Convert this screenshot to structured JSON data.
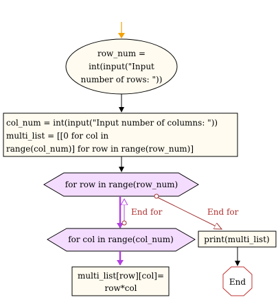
{
  "colors": {
    "start_arrow": "#f5a000",
    "flow_arrow": "#000000",
    "loop_arrow": "#b040e0",
    "loop_exit_arrow": "#a03030",
    "box_fill": "#fffbf0",
    "loop_fill": "#f4dcff",
    "end_border": "#c03030"
  },
  "nodes": {
    "input_rows": {
      "line1": "row_num =",
      "line2": "int(input(\"Input",
      "line3": "number of rows: \"))"
    },
    "process_init": {
      "line1": "col_num = int(input(\"Input number of columns: \"))",
      "line2": "multi_list = [[0 for col in",
      "line3": "range(col_num)] for row in range(row_num)]"
    },
    "loop_row": {
      "label": "for row in range(row_num)"
    },
    "loop_col": {
      "label": "for col in range(col_num)"
    },
    "assign": {
      "line1": "multi_list[row][col]=",
      "line2": "row*col"
    },
    "print": {
      "label": "print(multi_list)"
    },
    "end": {
      "label": "End"
    }
  },
  "edges": {
    "col_loop_end": "End for",
    "row_loop_end": "End for"
  }
}
